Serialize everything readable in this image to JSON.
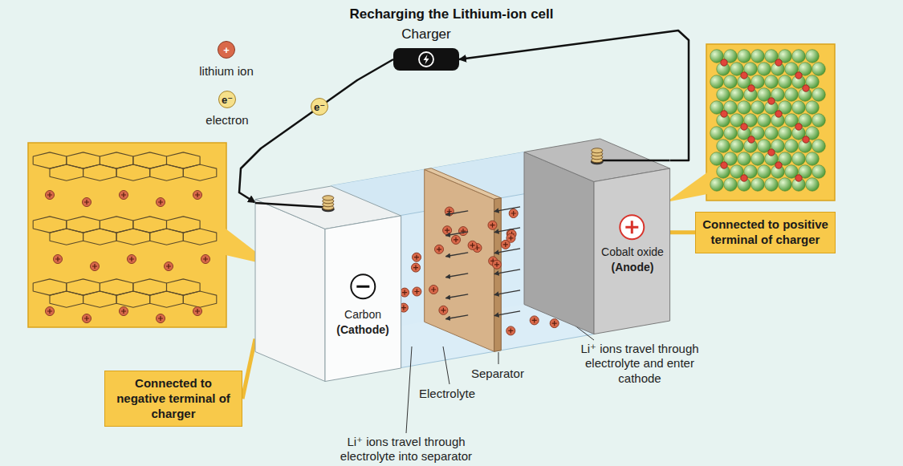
{
  "diagram": {
    "title": "Recharging the Lithium-ion cell",
    "nodes": [
      {
        "text": [
          "Charger"
        ]
      },
      {
        "text": [
          "Carbon",
          "(Cathode)"
        ]
      },
      {
        "text": [
          "Cobalt oxide",
          "(Anode)"
        ]
      },
      {
        "text": [
          "Connected to negative terminal of charger"
        ]
      },
      {
        "text": [
          "Connected to positive terminal of charger"
        ]
      }
    ],
    "edges": [
      {
        "from": 2,
        "to": 0,
        "arrow": "to"
      },
      {
        "from": 0,
        "to": 1,
        "arrow": "to"
      },
      {
        "from": 3,
        "to": 1,
        "arrow": "none"
      },
      {
        "from": 4,
        "to": 2,
        "arrow": "none"
      }
    ],
    "labels": [
      "+",
      "e⁻",
      "e⁻",
      "Separator",
      "Electrolyte",
      "Li⁺ ions travel through electrolyte and enter cathode",
      "Li⁺ ions travel through electrolyte into separator"
    ],
    "legend": [
      {
        "text": "lithium ion"
      },
      {
        "text": "electron"
      }
    ]
  }
}
